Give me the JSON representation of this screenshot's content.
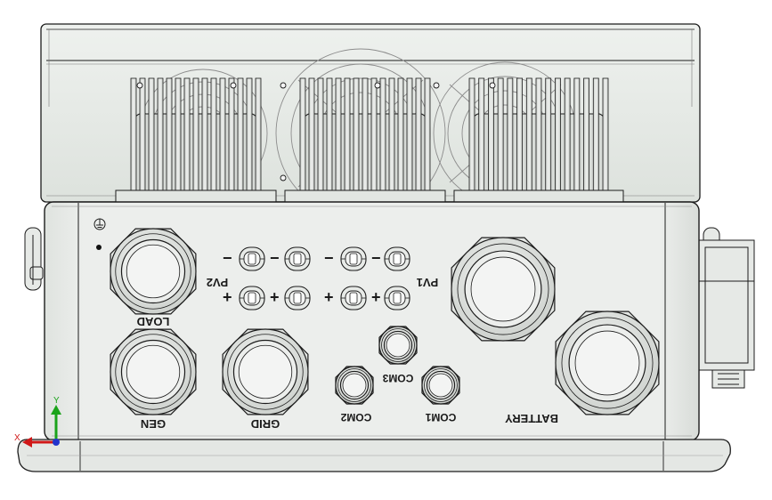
{
  "labels": {
    "load": "LOAD",
    "pv2": "PV2",
    "pv1": "PV1",
    "gen": "GEN",
    "grid": "GRID",
    "com1": "COM1",
    "com2": "COM2",
    "com3": "COM3",
    "battery": "BATTERY",
    "minus": "−",
    "plus": "+"
  },
  "axes": {
    "x": "X",
    "y": "Y"
  },
  "colors": {
    "body_fill": "#e9ece9",
    "cover_fill": "#e4e9e4",
    "outline": "#1c1c1c",
    "gland_fill": "#dfe3df",
    "axis_y": "#1aa31a",
    "axis_x": "#d01818",
    "axis_z": "#2233cc"
  }
}
